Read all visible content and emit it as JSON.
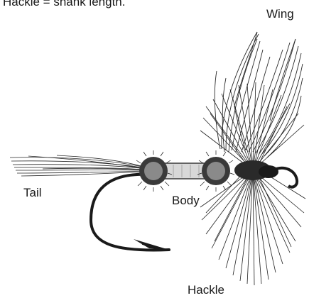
{
  "caption": "Hackle = shank length.",
  "labels": {
    "wing": "Wing",
    "tail": "Tail",
    "body": "Body",
    "hackle": "Hackle"
  },
  "colors": {
    "ink": "#1a1a1a",
    "background": "#ffffff"
  }
}
